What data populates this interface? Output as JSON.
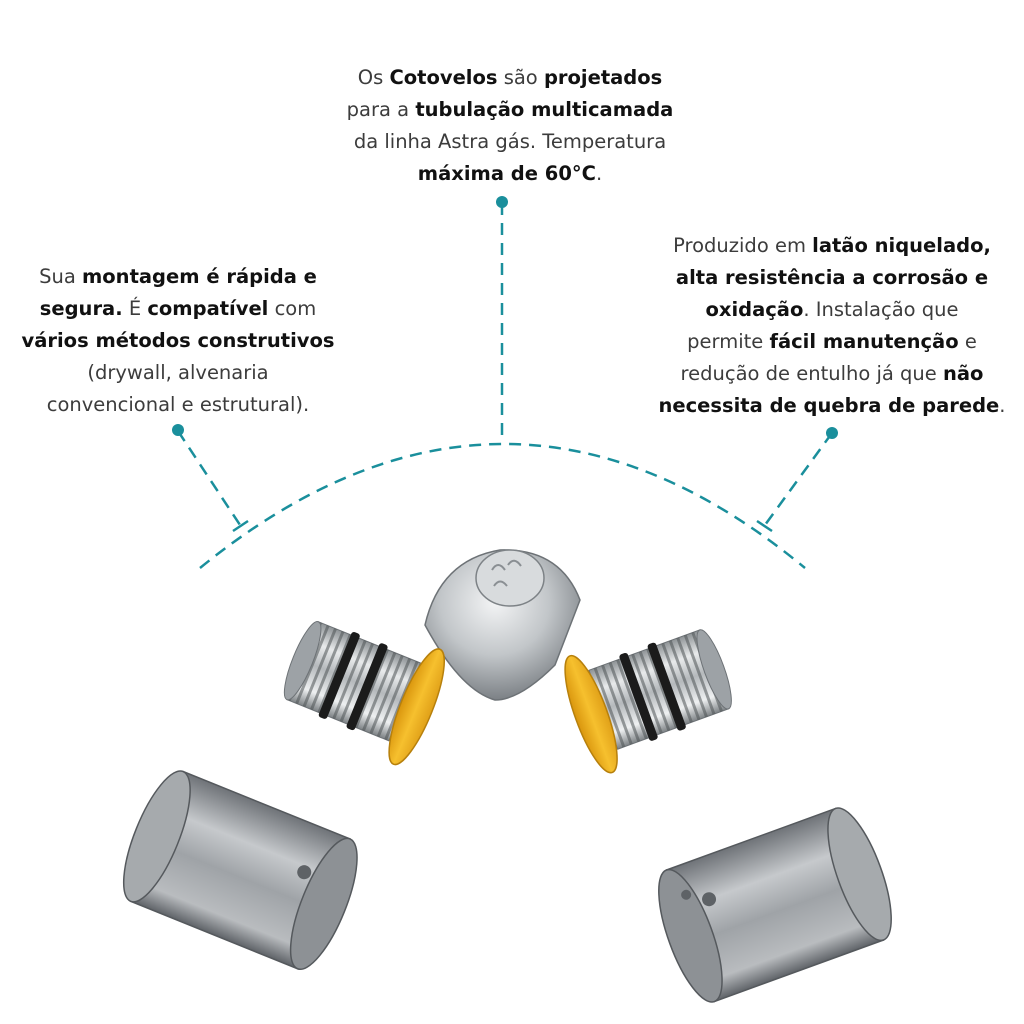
{
  "callouts": {
    "top": [
      [
        {
          "t": "Os ",
          "b": false
        },
        {
          "t": "Cotovelos",
          "b": true
        },
        {
          "t": " são ",
          "b": false
        },
        {
          "t": "projetados",
          "b": true
        }
      ],
      [
        {
          "t": "para a ",
          "b": false
        },
        {
          "t": "tubulação multicamada",
          "b": true
        }
      ],
      [
        {
          "t": "da linha Astra gás. Temperatura",
          "b": false
        }
      ],
      [
        {
          "t": "máxima de 60°C",
          "b": true
        },
        {
          "t": ".",
          "b": false
        }
      ]
    ],
    "left": [
      [
        {
          "t": "Sua ",
          "b": false
        },
        {
          "t": "montagem é rápida e",
          "b": true
        }
      ],
      [
        {
          "t": "segura.",
          "b": true
        },
        {
          "t": " É ",
          "b": false
        },
        {
          "t": "compatível",
          "b": true
        },
        {
          "t": " com",
          "b": false
        }
      ],
      [
        {
          "t": "vários métodos construtivos",
          "b": true
        }
      ],
      [
        {
          "t": "(drywall, alvenaria",
          "b": false
        }
      ],
      [
        {
          "t": "convencional e estrutural).",
          "b": false
        }
      ]
    ],
    "right": [
      [
        {
          "t": "Produzido em ",
          "b": false
        },
        {
          "t": "latão niquelado,",
          "b": true
        }
      ],
      [
        {
          "t": "alta resistência a corrosão e",
          "b": true
        }
      ],
      [
        {
          "t": "oxidação",
          "b": true
        },
        {
          "t": ". Instalação que",
          "b": false
        }
      ],
      [
        {
          "t": "permite ",
          "b": false
        },
        {
          "t": "fácil manutenção",
          "b": true
        },
        {
          "t": " e",
          "b": false
        }
      ],
      [
        {
          "t": "redução de entulho já que ",
          "b": false
        },
        {
          "t": "não",
          "b": true
        }
      ],
      [
        {
          "t": "necessita de quebra de parede",
          "b": true
        },
        {
          "t": ".",
          "b": false
        }
      ]
    ]
  },
  "colors": {
    "accent_teal": "#1a8f9c",
    "ring_yellow": "#f2b322",
    "nickel": "#c4c7c9",
    "sleeve": "#9ea2a6",
    "oring": "#1b1b1b"
  },
  "icons": [
    "elbow-fitting-image",
    "press-sleeve-left-image",
    "press-sleeve-right-image"
  ]
}
